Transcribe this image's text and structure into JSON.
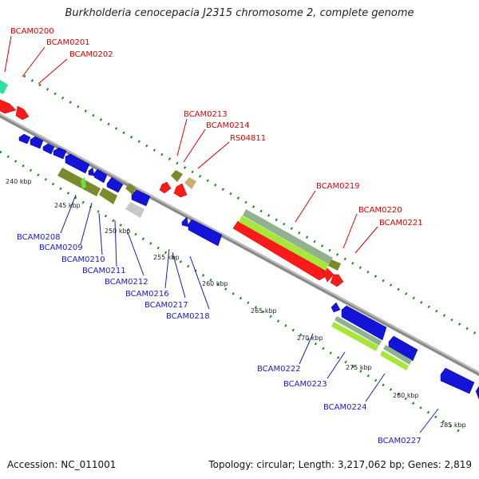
{
  "title": "Burkholderia cenocepacia J2315 chromosome 2, complete genome",
  "footer": {
    "accession": "Accession: NC_011001",
    "summary": "Topology: circular; Length: 3,217,062 bp; Genes: 2,819"
  },
  "colors": {
    "forward_labels": "#dd0000",
    "reverse_labels": "#1a1acc",
    "forward_gene": "#ff1a1a",
    "reverse_gene": "#1414d8",
    "backbone": "#8a8a8a",
    "tick_marks": "#1e8a1e",
    "olive_feature": "#7b8a2a",
    "light_green_feature": "#a8e63c",
    "sage_feature": "#8fb38f",
    "grey_feature": "#c8c8c8",
    "tan_feature": "#c8b070",
    "teal_feature": "#2ee0a0"
  },
  "scale_labels": [
    "240 kbp",
    "245 kbp",
    "250 kbp",
    "255 kbp",
    "260 kbp",
    "265 kbp",
    "270 kbp",
    "275 kbp",
    "280 kbp",
    "285 kbp"
  ],
  "forward_gene_labels": [
    "BCAM0200",
    "BCAM0201",
    "BCAM0202",
    "BCAM0213",
    "BCAM0214",
    "RS04811",
    "BCAM0219",
    "BCAM0220",
    "BCAM0221"
  ],
  "reverse_gene_labels": [
    "BCAM0208",
    "BCAM0209",
    "BCAM0210",
    "BCAM0211",
    "BCAM0212",
    "BCAM0216",
    "BCAM0217",
    "BCAM0218",
    "BCAM0222",
    "BCAM0223",
    "BCAM0224",
    "BCAM0227"
  ]
}
